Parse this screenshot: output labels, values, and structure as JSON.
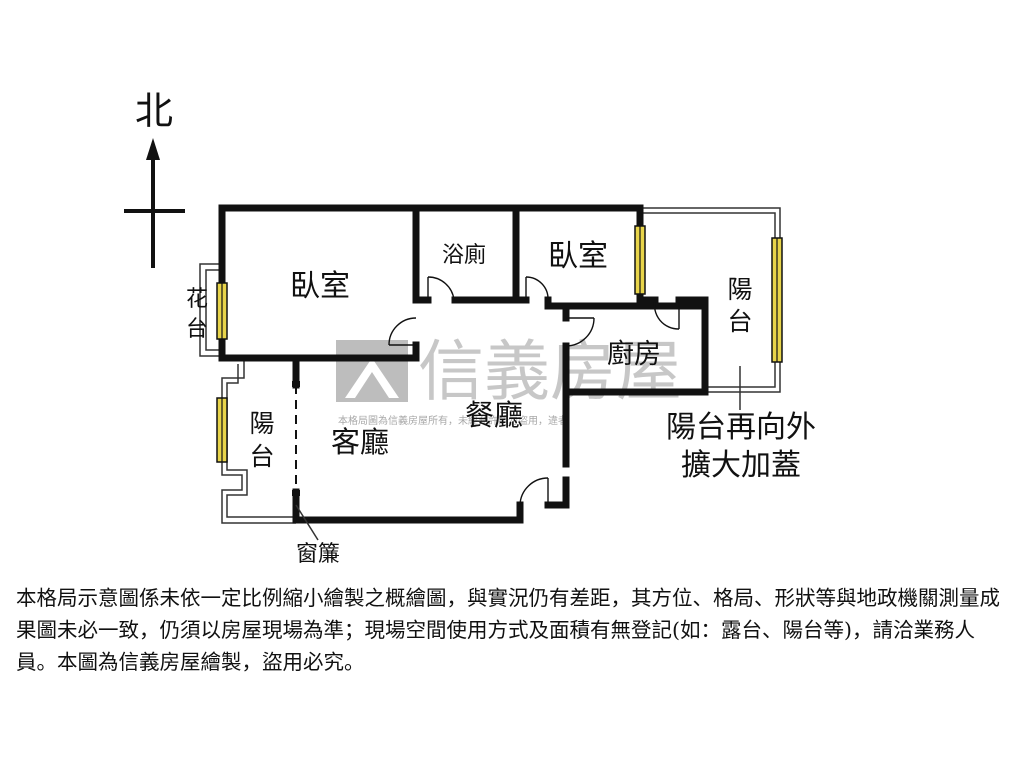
{
  "compass": {
    "north_label": "北"
  },
  "rooms": {
    "bedroom_left": "臥室",
    "bathroom": "浴廁",
    "bedroom_right": "臥室",
    "balcony_right": [
      "陽",
      "台"
    ],
    "flower_bed": [
      "花",
      "台"
    ],
    "kitchen": "廚房",
    "dining_room": "餐廳",
    "living_room": "客廳",
    "balcony_left": [
      "陽",
      "台"
    ]
  },
  "annotations": {
    "balcony_extension": [
      "陽台再向外",
      "擴大加蓋"
    ],
    "curtain": "窗簾"
  },
  "watermark": {
    "brand": "信義房屋",
    "fine_print": "本格局圖為信義房屋所有，未經允許請勿盜用，違者"
  },
  "disclaimer": "本格局示意圖係未依一定比例縮小繪製之概繪圖，與實況仍有差距，其方位、格局、形狀等與地政機關測量成果圖未必一致，仍須以房屋現場為準；現場空間使用方式及面積有無登記(如：露台、陽台等)，請洽業務人員。本圖為信義房屋繪製，盜用必究。",
  "colors": {
    "wall": "#111111",
    "window_fill": "#e8d44a",
    "watermark": "#b8b8b8",
    "background": "#ffffff"
  }
}
